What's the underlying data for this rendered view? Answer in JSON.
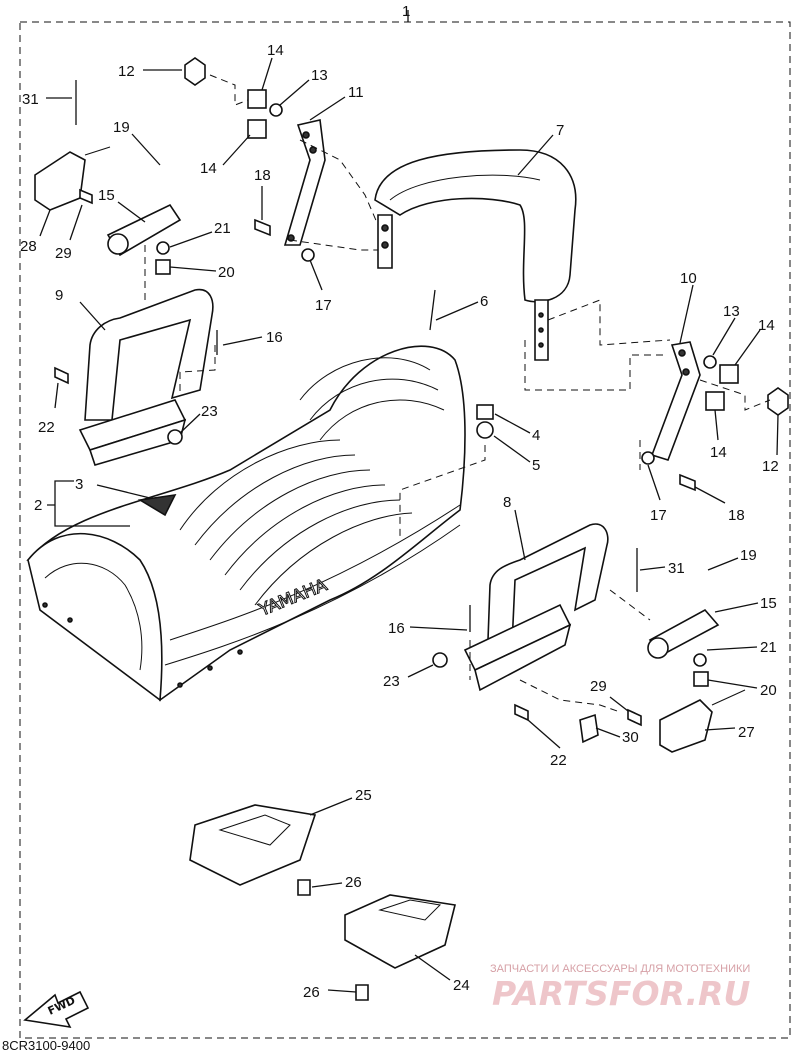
{
  "diagram": {
    "assembly_number": "1",
    "footer_code": "8CR3100-9400",
    "fwd_marker": "FWD",
    "seat_brand": "YAMAHA",
    "watermark": {
      "caption": "ЗАПЧАСТИ И АКСЕССУАРЫ ДЛЯ МОТОТЕХНИКИ",
      "logo_text": "PARTSFOR.RU"
    },
    "callouts": [
      {
        "id": "c31a",
        "label": "31"
      },
      {
        "id": "c12a",
        "label": "12"
      },
      {
        "id": "c14a",
        "label": "14"
      },
      {
        "id": "c13a",
        "label": "13"
      },
      {
        "id": "c11",
        "label": "11"
      },
      {
        "id": "c19a",
        "label": "19"
      },
      {
        "id": "c14b",
        "label": "14"
      },
      {
        "id": "c7",
        "label": "7"
      },
      {
        "id": "c15a",
        "label": "15"
      },
      {
        "id": "c18a",
        "label": "18"
      },
      {
        "id": "c21a",
        "label": "21"
      },
      {
        "id": "c28",
        "label": "28"
      },
      {
        "id": "c29a",
        "label": "29"
      },
      {
        "id": "c20a",
        "label": "20"
      },
      {
        "id": "c17a",
        "label": "17"
      },
      {
        "id": "c9",
        "label": "9"
      },
      {
        "id": "c6",
        "label": "6"
      },
      {
        "id": "c10",
        "label": "10"
      },
      {
        "id": "c13b",
        "label": "13"
      },
      {
        "id": "c14c",
        "label": "14"
      },
      {
        "id": "c16a",
        "label": "16"
      },
      {
        "id": "c22a",
        "label": "22"
      },
      {
        "id": "c23a",
        "label": "23"
      },
      {
        "id": "c4",
        "label": "4"
      },
      {
        "id": "c14d",
        "label": "14"
      },
      {
        "id": "c12b",
        "label": "12"
      },
      {
        "id": "c5",
        "label": "5"
      },
      {
        "id": "c3",
        "label": "3"
      },
      {
        "id": "c2",
        "label": "2"
      },
      {
        "id": "c17b",
        "label": "17"
      },
      {
        "id": "c18b",
        "label": "18"
      },
      {
        "id": "c8",
        "label": "8"
      },
      {
        "id": "c31b",
        "label": "31"
      },
      {
        "id": "c19b",
        "label": "19"
      },
      {
        "id": "c15b",
        "label": "15"
      },
      {
        "id": "c16b",
        "label": "16"
      },
      {
        "id": "c21b",
        "label": "21"
      },
      {
        "id": "c23b",
        "label": "23"
      },
      {
        "id": "c29b",
        "label": "29"
      },
      {
        "id": "c20b",
        "label": "20"
      },
      {
        "id": "c27",
        "label": "27"
      },
      {
        "id": "c30",
        "label": "30"
      },
      {
        "id": "c22b",
        "label": "22"
      },
      {
        "id": "c25",
        "label": "25"
      },
      {
        "id": "c26a",
        "label": "26"
      },
      {
        "id": "c24",
        "label": "24"
      },
      {
        "id": "c26b",
        "label": "26"
      }
    ]
  }
}
